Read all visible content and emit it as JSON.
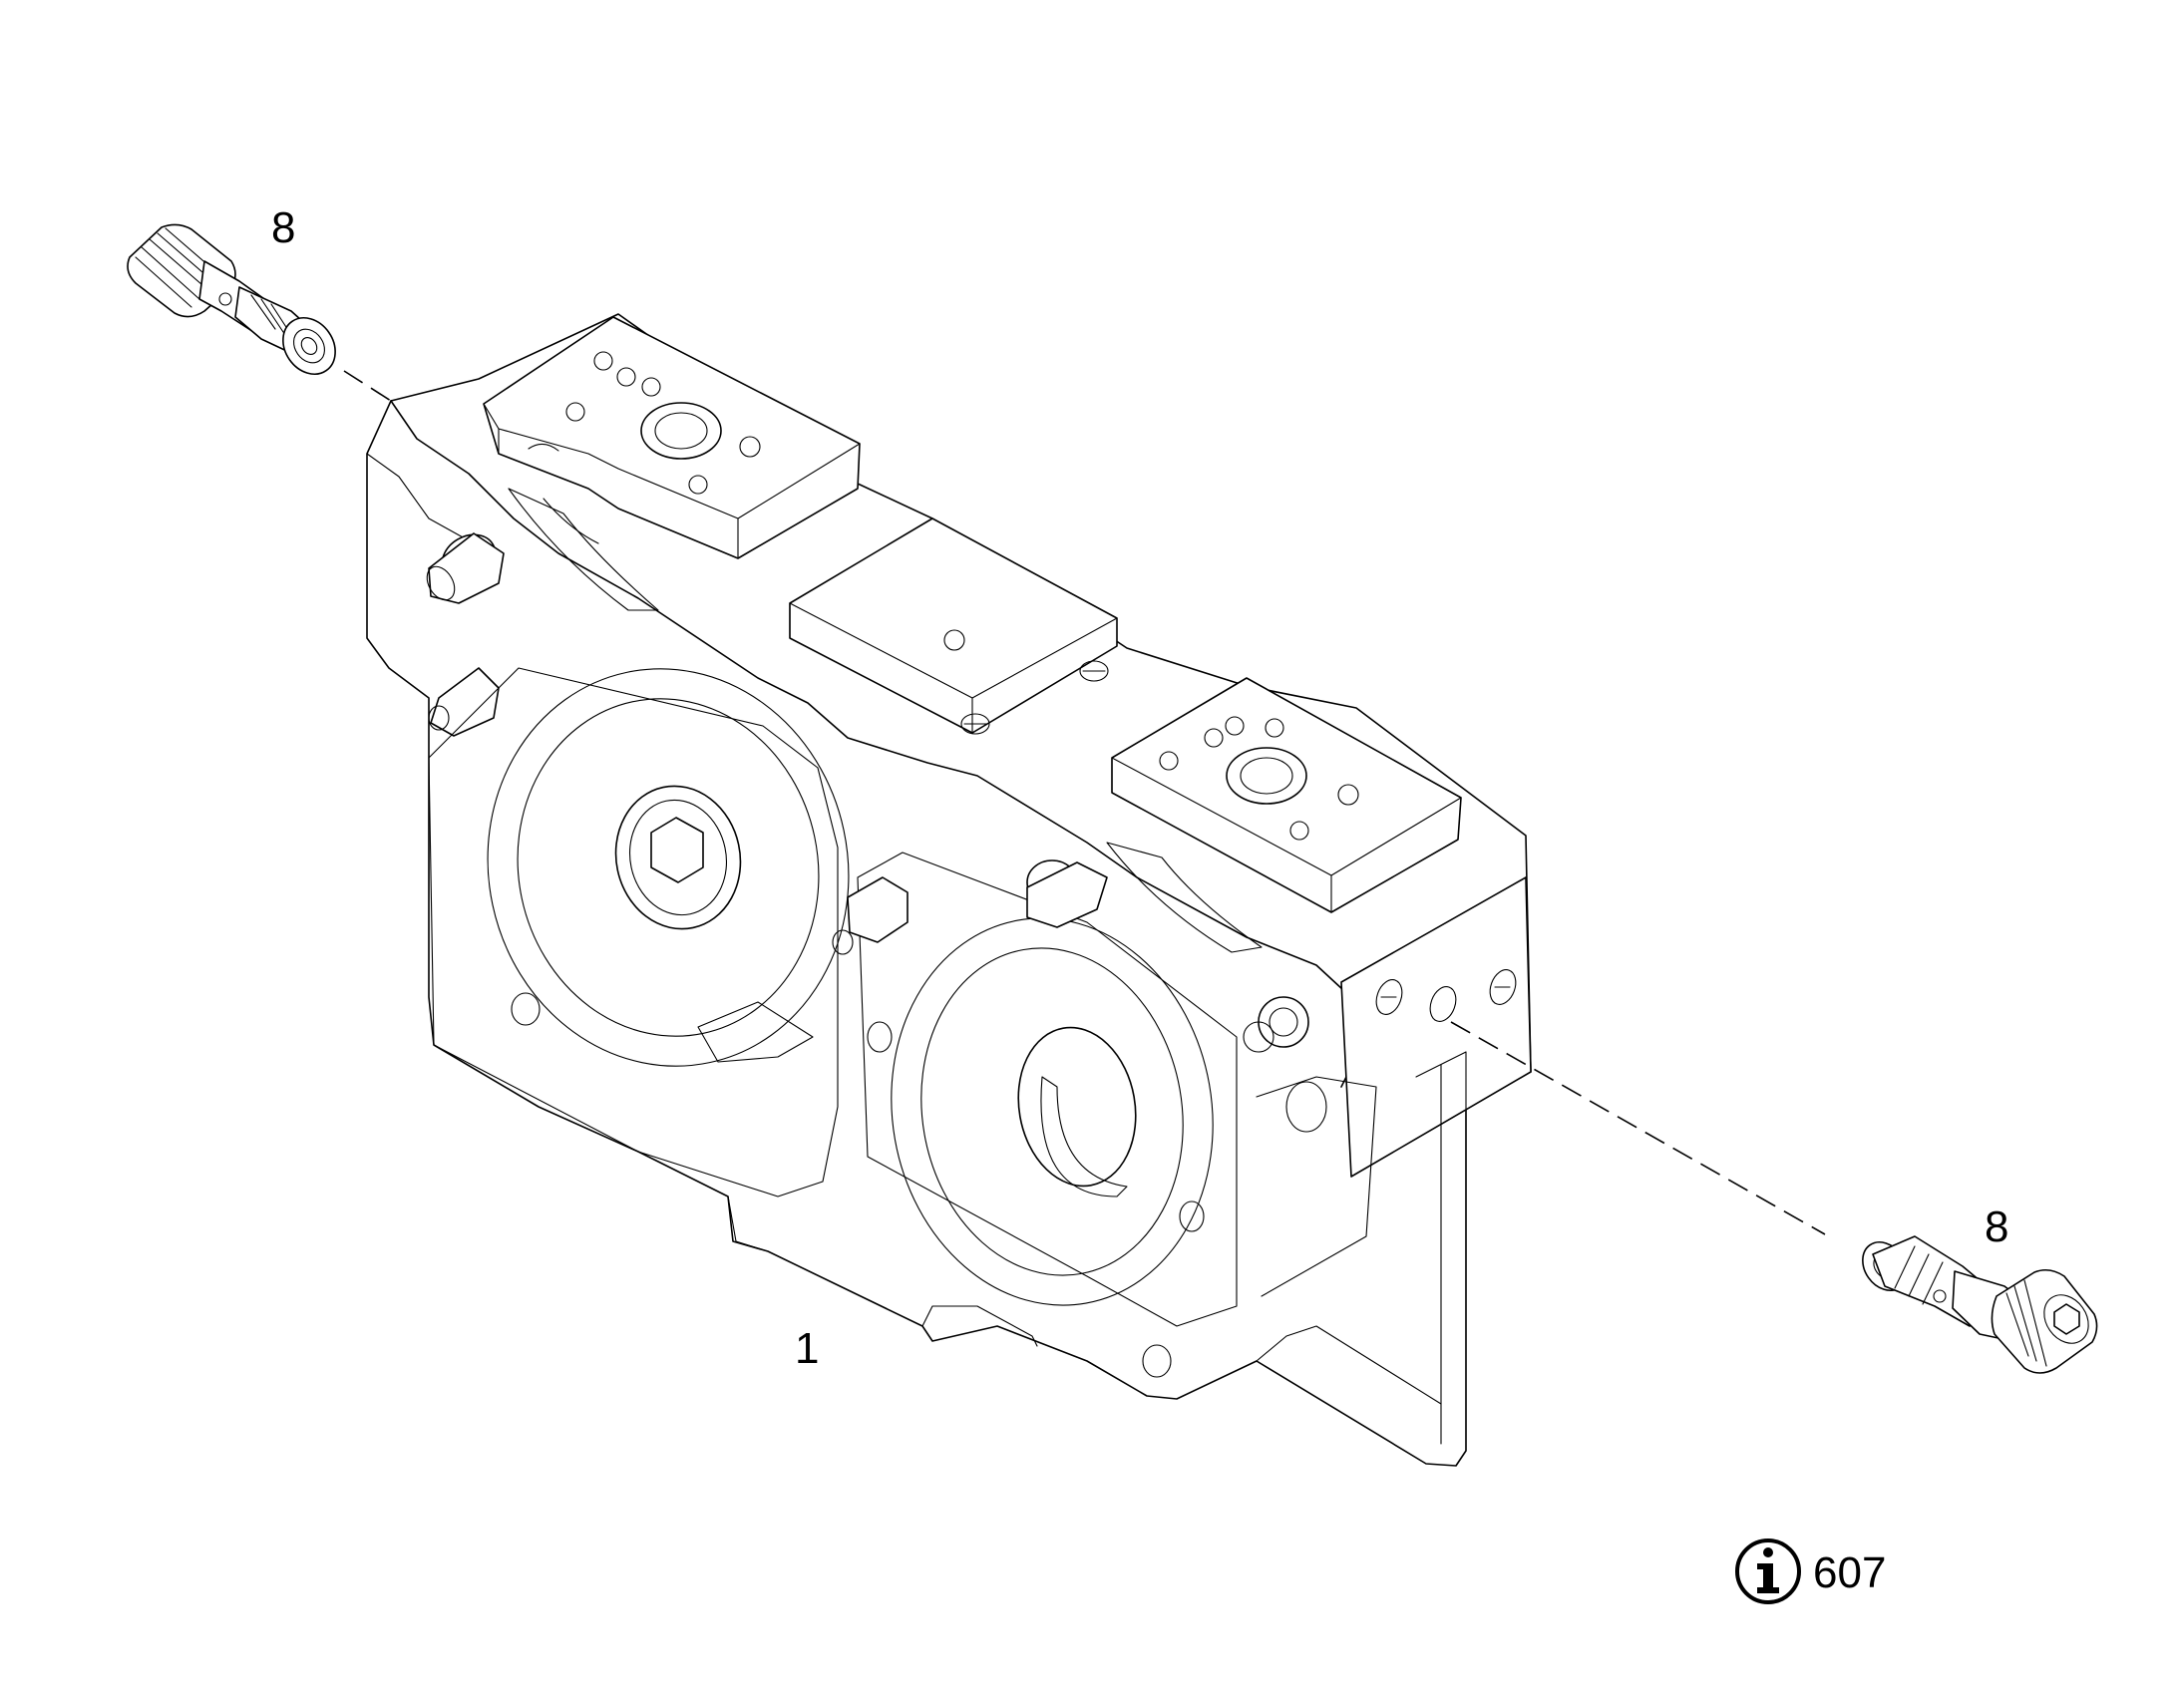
{
  "callouts": {
    "upper_valve": "8",
    "housing": "1",
    "lower_valve": "8"
  },
  "info": {
    "icon": "info-icon",
    "number": "607"
  },
  "colors": {
    "line": "#000000",
    "background": "#ffffff"
  }
}
